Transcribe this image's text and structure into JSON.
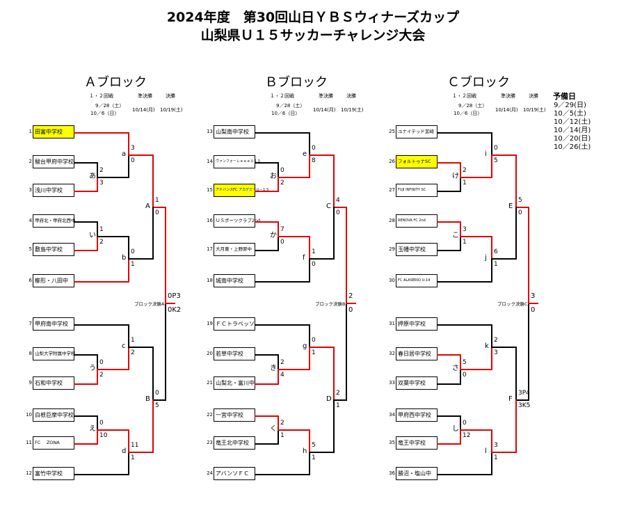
{
  "title": {
    "line1": "2024年度　第30回山日ＹＢＳウィナーズカップ",
    "line2": "山梨県Ｕ１５サッカーチャレンジ大会"
  },
  "schedule_header": {
    "round12": "１・２回戦",
    "date1": "9／28（土）",
    "date2": "10／6（日）",
    "semi": "準決勝",
    "semi_date": "10/14(月)",
    "final": "決勝",
    "final_date": "10/19(土)"
  },
  "reserve_days": {
    "title": "予備日",
    "dates": [
      "9／29(日)",
      "10／5(土)",
      "10／12(土)",
      "10／14(月)",
      "10／20(日)",
      "10／26(土)"
    ]
  },
  "blocks": [
    {
      "name": "Ａブロック",
      "final_label": "ブロック決勝A",
      "teams": [
        {
          "no": "1",
          "name": "田富中学校",
          "hl": true
        },
        {
          "no": "2",
          "name": "駿台甲府中学校"
        },
        {
          "no": "3",
          "name": "浅川中学校"
        },
        {
          "no": "4",
          "name": "甲府北・甲府北西中"
        },
        {
          "no": "5",
          "name": "敷島中学校"
        },
        {
          "no": "6",
          "name": "櫛形・八田中"
        },
        {
          "no": "7",
          "name": "甲府南中学校"
        },
        {
          "no": "8",
          "name": "山梨大学附属中学校"
        },
        {
          "no": "9",
          "name": "石和中学校"
        },
        {
          "no": "10",
          "name": "白根巨摩中学校"
        },
        {
          "no": "11",
          "name": "FC　 ZONA"
        },
        {
          "no": "12",
          "name": "富竹中学校"
        }
      ],
      "match_labels": [
        "あ",
        "a",
        "い",
        "b",
        "A",
        "う",
        "c",
        "え",
        "d",
        "B"
      ],
      "scores": {
        "r1a": [
          "2",
          "3"
        ],
        "m_a": [
          "3",
          "0"
        ],
        "r1b": [
          "1",
          "2"
        ],
        "m_b": [
          "0",
          "1"
        ],
        "m_A": [
          "1",
          "0"
        ],
        "r1c": [
          "0",
          "2"
        ],
        "m_c": [
          "1",
          "2"
        ],
        "r1d": [
          "0",
          "10"
        ],
        "m_d": [
          "11",
          "1"
        ],
        "m_B": [
          "0",
          "5"
        ],
        "final": [
          "0P3",
          "0K2"
        ]
      }
    },
    {
      "name": "Ｂブロック",
      "final_label": "ブロック決勝B",
      "teams": [
        {
          "no": "13",
          "name": "山梨南中学校"
        },
        {
          "no": "14",
          "name": "ヴァンフォーレｅｅｅＵ１５"
        },
        {
          "no": "15",
          "name": "アドバンスFC アカデミーＵ−１５",
          "hl": true
        },
        {
          "no": "16",
          "name": "ＵＳポーツクラブ2nd"
        },
        {
          "no": "17",
          "name": "大月東・上野原中"
        },
        {
          "no": "18",
          "name": "城南中学校"
        },
        {
          "no": "19",
          "name": "ＦＣトラベッソ"
        },
        {
          "no": "20",
          "name": "若草中学校"
        },
        {
          "no": "21",
          "name": "山梨北・富川中"
        },
        {
          "no": "22",
          "name": "一宮中学校"
        },
        {
          "no": "23",
          "name": "竜王北中学校"
        },
        {
          "no": "24",
          "name": "アバンソＦＣ"
        }
      ],
      "match_labels": [
        "お",
        "e",
        "か",
        "f",
        "C",
        "き",
        "g",
        "く",
        "h",
        "D"
      ],
      "scores": {
        "r1a": [
          "0",
          "2"
        ],
        "m_a": [
          "0",
          "8"
        ],
        "r1b": [
          "7",
          "0"
        ],
        "m_b": [
          "1",
          "0"
        ],
        "m_A": [
          "4",
          "0"
        ],
        "r1c": [
          "2",
          "4"
        ],
        "m_c": [
          "0",
          "1"
        ],
        "r1d": [
          "2",
          "1"
        ],
        "m_d": [
          "5",
          "1"
        ],
        "m_B": [
          "2",
          "1"
        ],
        "final": [
          "2",
          "0"
        ]
      }
    },
    {
      "name": "Ｃブロック",
      "final_label": "ブロック決勝C",
      "teams": [
        {
          "no": "25",
          "name": "ユナイテッド韮崎"
        },
        {
          "no": "26",
          "name": "フォルトゥナSC",
          "hl": true
        },
        {
          "no": "27",
          "name": "FUJI INFINITY SC"
        },
        {
          "no": "28",
          "name": "RENOVA FC 2nd"
        },
        {
          "no": "29",
          "name": "玉幡中学校"
        },
        {
          "no": "30",
          "name": "FC ALASERIO U-14"
        },
        {
          "no": "31",
          "name": "押原中学校"
        },
        {
          "no": "32",
          "name": "春日居中学校"
        },
        {
          "no": "33",
          "name": "双葉中学校"
        },
        {
          "no": "34",
          "name": "甲府西中学校"
        },
        {
          "no": "35",
          "name": "竜王中学校"
        },
        {
          "no": "36",
          "name": "勝沼・塩山中"
        }
      ],
      "match_labels": [
        "け",
        "i",
        "こ",
        "j",
        "E",
        "さ",
        "k",
        "し",
        "l",
        "F"
      ],
      "scores": {
        "r1a": [
          "2",
          "1"
        ],
        "m_a": [
          "0",
          "5"
        ],
        "r1b": [
          "3",
          "1"
        ],
        "m_b": [
          "6",
          "1"
        ],
        "m_A": [
          "5",
          "0"
        ],
        "r1c": [
          "5",
          "0"
        ],
        "m_c": [
          "2",
          "3"
        ],
        "r1d": [
          "0",
          "12"
        ],
        "m_d": [
          "3",
          "1"
        ],
        "m_B": [
          "3P4",
          "3K5"
        ],
        "final": [
          "3",
          "0"
        ]
      }
    }
  ]
}
